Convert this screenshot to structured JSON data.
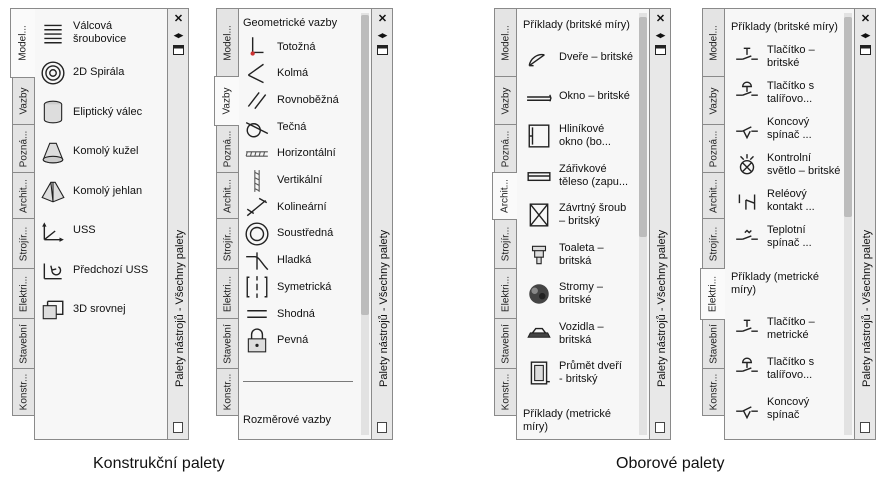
{
  "captions": {
    "left": "Konstrukční palety",
    "right": "Oborové palety"
  },
  "palette_title": "Palety nástrojů - Všechny palety",
  "tabs": [
    "Model...",
    "Vazby",
    "Pozná...",
    "Archit...",
    "Strojír...",
    "Elektri...",
    "Stavební",
    "Konstr..."
  ],
  "p1": {
    "items": [
      {
        "icon": "spring-icon",
        "label": "Válcová\nšroubovice"
      },
      {
        "icon": "spiral-icon",
        "label": "2D Spirála"
      },
      {
        "icon": "elliptic-cylinder-icon",
        "label": "Eliptický válec"
      },
      {
        "icon": "cone-icon",
        "label": "Komolý kužel"
      },
      {
        "icon": "pyramid-icon",
        "label": "Komolý jehlan"
      },
      {
        "icon": "ucs-icon",
        "label": "USS"
      },
      {
        "icon": "previous-ucs-icon",
        "label": "Předchozí USS"
      },
      {
        "icon": "3d-align-icon",
        "label": "3D srovnej"
      }
    ]
  },
  "p2": {
    "header": "Geometrické vazby",
    "footer": "Rozměrové vazby",
    "items": [
      {
        "icon": "coincident-icon",
        "label": "Totožná"
      },
      {
        "icon": "perpendicular-icon",
        "label": "Kolmá"
      },
      {
        "icon": "parallel-icon",
        "label": "Rovnoběžná"
      },
      {
        "icon": "tangent-icon",
        "label": "Tečná"
      },
      {
        "icon": "horizontal-icon",
        "label": "Horizontální"
      },
      {
        "icon": "vertical-icon",
        "label": "Vertikální"
      },
      {
        "icon": "collinear-icon",
        "label": "Kolineární"
      },
      {
        "icon": "concentric-icon",
        "label": "Soustředná"
      },
      {
        "icon": "smooth-icon",
        "label": "Hladká"
      },
      {
        "icon": "symmetric-icon",
        "label": "Symetrická"
      },
      {
        "icon": "equal-icon",
        "label": "Shodná"
      },
      {
        "icon": "fix-icon",
        "label": "Pevná"
      }
    ]
  },
  "p3": {
    "header": "Příklady (britské míry)",
    "footer": "Příklady (metrické\nmíry)",
    "items": [
      {
        "icon": "door-icon",
        "label": "Dveře – britské"
      },
      {
        "icon": "window-icon",
        "label": "Okno – britské"
      },
      {
        "icon": "aluminum-window-icon",
        "label": "Hliníkové\nokno (bo..."
      },
      {
        "icon": "fluorescent-icon",
        "label": "Zářivkové\ntěleso (zapu..."
      },
      {
        "icon": "hex-bolt-icon",
        "label": "Závrtný šroub\n– britský"
      },
      {
        "icon": "toilet-icon",
        "label": "Toaleta –\nbritská"
      },
      {
        "icon": "tree-icon",
        "label": "Stromy –\nbritské"
      },
      {
        "icon": "car-icon",
        "label": "Vozidla –\nbritská"
      },
      {
        "icon": "door-elevation-icon",
        "label": "Průmět dveří\n- britský"
      }
    ]
  },
  "p4": {
    "header": "Příklady (britské míry)",
    "subheader": "Příklady (metrické\nmíry)",
    "items": [
      {
        "icon": "push-button-icon",
        "label": "Tlačítko –\nbritské"
      },
      {
        "icon": "mushroom-button-icon",
        "label": "Tlačítko s\ntalířovo..."
      },
      {
        "icon": "limit-switch-icon",
        "label": "Koncový\nspínač ..."
      },
      {
        "icon": "pilot-light-icon",
        "label": "Kontrolní\nsvětlo – britské"
      },
      {
        "icon": "relay-contact-icon",
        "label": "Reléový\nkontakt ..."
      },
      {
        "icon": "thermal-switch-icon",
        "label": "Teplotní\nspínač ..."
      }
    ],
    "items_metric": [
      {
        "icon": "push-button-icon",
        "label": "Tlačítko –\nmetrické"
      },
      {
        "icon": "mushroom-button-icon",
        "label": "Tlačítko s\ntalířovo..."
      },
      {
        "icon": "limit-switch-icon",
        "label": "Koncový\nspínač"
      }
    ]
  }
}
